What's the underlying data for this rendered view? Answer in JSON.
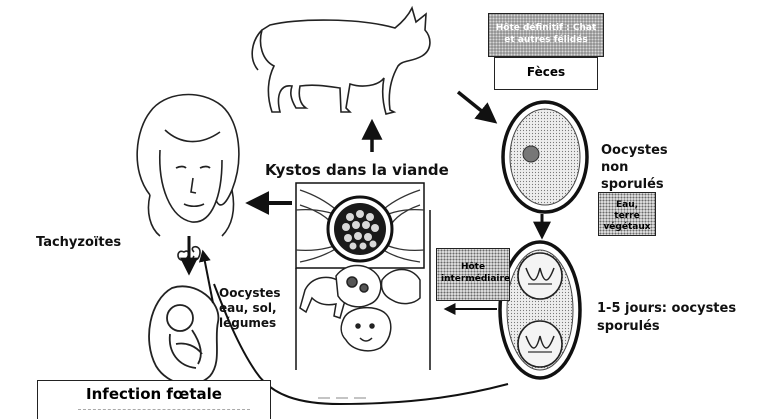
{
  "labels": {
    "definitive_host": "Hôte définitif : Chat et autres félidés",
    "feces": "Fèces",
    "oocysts_unsporulated": "Oocystes non sporulés",
    "water_soil_vegetables_small": "Eau, terre végétaux",
    "cysts_meat": "Kystos dans la viande",
    "intermediate_host": "Hôte intermédiaire",
    "oocysts_water_soil": "Oocystes eau, sol, légumes",
    "tachyzoites": "Tachyzoïtes",
    "sporulated": "1-5 jours: oocystes sporulés",
    "fetal_infection": "Infection fœtale"
  },
  "colors": {
    "ink": "#111111",
    "box_fill": "#e6e6e6",
    "dark_box": "#8e8e8e"
  }
}
